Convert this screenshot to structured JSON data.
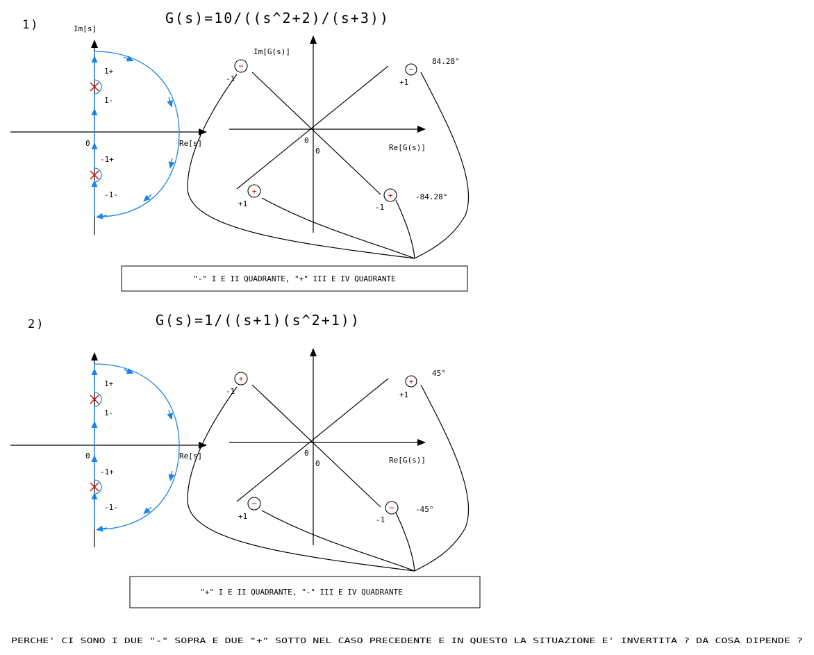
{
  "colors": {
    "path": "#1a84e8",
    "pole": "#cc0000",
    "ink": "#000000"
  },
  "diagrams": [
    {
      "number": "1)",
      "title": "G(s)=10/((s^2+2)/(s+3))",
      "s_plane": {
        "im_axis_label": "Im[s]",
        "re_axis_label": "Re[s]",
        "origin_label": "0",
        "labels": [
          "1+",
          "1-",
          "-1+",
          "-1-"
        ]
      },
      "g_plane": {
        "im_axis_label": "Im[G(s)]",
        "re_axis_label": "Re[G(s)]",
        "origin_labels": [
          "0",
          "0"
        ],
        "markers": [
          {
            "sign": "−",
            "label": "-1"
          },
          {
            "sign": "−",
            "label": "+1"
          },
          {
            "sign": "+",
            "label": "+1"
          },
          {
            "sign": "+",
            "label": "-1"
          }
        ],
        "angles": [
          "84.28°",
          "-84.28°"
        ]
      },
      "note": "\"-\" I E II QUADRANTE, \"+\" III E IV QUADRANTE"
    },
    {
      "number": "2)",
      "title": "G(s)=1/((s+1)(s^2+1))",
      "s_plane": {
        "re_axis_label": "Re[s]",
        "origin_label": "0",
        "labels": [
          "1+",
          "1-",
          "-1+",
          "-1-"
        ]
      },
      "g_plane": {
        "re_axis_label": "Re[G(s)]",
        "origin_labels": [
          "0",
          "0"
        ],
        "markers": [
          {
            "sign": "+",
            "label": "-1"
          },
          {
            "sign": "+",
            "label": "+1"
          },
          {
            "sign": "−",
            "label": "+1"
          },
          {
            "sign": "−",
            "label": "-1"
          }
        ],
        "angles": [
          "45°",
          "-45°"
        ]
      },
      "note": "\"+\" I E II QUADRANTE, \"-\" III E IV QUADRANTE"
    }
  ],
  "question": "PERCHE' CI SONO I DUE \"-\" SOPRA E DUE  \"+\" SOTTO NEL CASO PRECEDENTE E IN QUESTO LA SITUAZIONE E' INVERTITA ? DA COSA DIPENDE ?"
}
